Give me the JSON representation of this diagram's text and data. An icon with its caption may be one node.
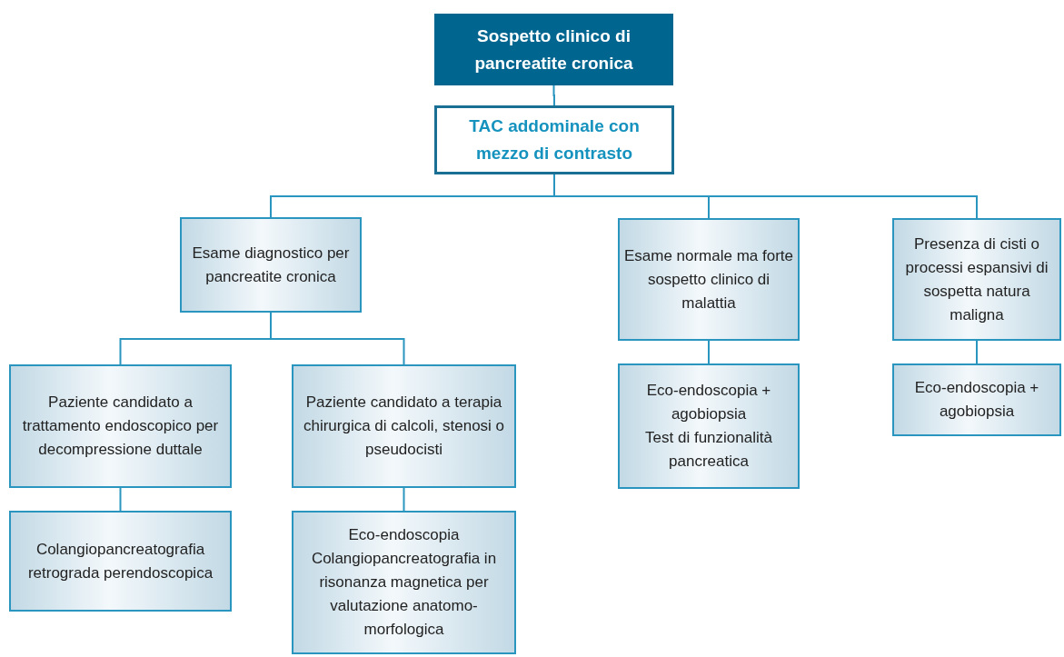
{
  "diagram": {
    "nodes": [
      {
        "text": [
          "Sospetto clinico di pancreatite cronica"
        ]
      },
      {
        "text": [
          "TAC addominale con mezzo di contrasto"
        ]
      },
      {
        "text": [
          "Esame diagnostico per pancreatite cronica"
        ]
      },
      {
        "text": [
          "Esame normale ma forte sospetto clinico di malattia"
        ]
      },
      {
        "text": [
          "Presenza di cisti o processi espansivi di sospetta natura maligna"
        ]
      },
      {
        "text": [
          "Paziente candidato a trattamento endoscopico per decompressione duttale"
        ]
      },
      {
        "text": [
          "Paziente candidato a terapia chirurgica di calcoli, stenosi o pseudocisti"
        ]
      },
      {
        "text": [
          "Colangiopancreatografia retrograda perendoscopica"
        ]
      },
      {
        "text": [
          "Eco-endoscopia",
          "Colangiopancreatografia in risonanza magnetica per valutazione anatomo-morfologica"
        ]
      },
      {
        "text": [
          "Eco-endoscopia + agobiopsia",
          "Test di funzionalità pancreatica"
        ]
      },
      {
        "text": [
          "Eco-endoscopia + agobiopsia"
        ]
      }
    ],
    "edges": [
      {
        "from": 0,
        "to": 1,
        "arrow": "none"
      },
      {
        "from": 1,
        "to": 2,
        "arrow": "none"
      },
      {
        "from": 1,
        "to": 3,
        "arrow": "none"
      },
      {
        "from": 1,
        "to": 4,
        "arrow": "none"
      },
      {
        "from": 2,
        "to": 5,
        "arrow": "none"
      },
      {
        "from": 2,
        "to": 6,
        "arrow": "none"
      },
      {
        "from": 5,
        "to": 7,
        "arrow": "none"
      },
      {
        "from": 6,
        "to": 8,
        "arrow": "none"
      },
      {
        "from": 3,
        "to": 9,
        "arrow": "none"
      },
      {
        "from": 4,
        "to": 10,
        "arrow": "none"
      }
    ]
  }
}
